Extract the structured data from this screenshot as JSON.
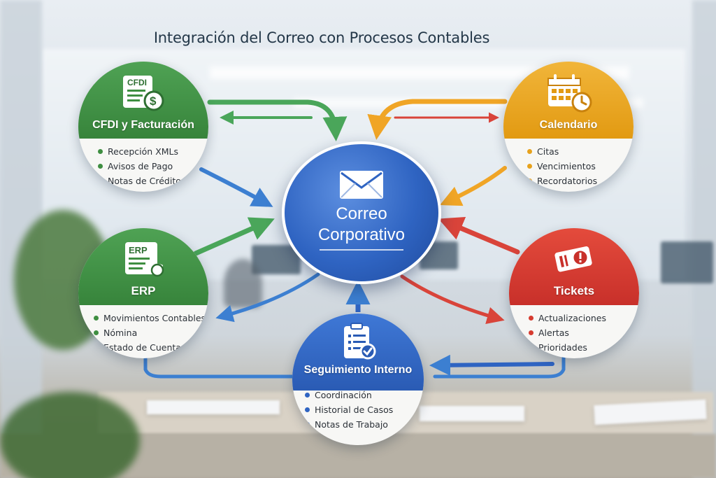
{
  "title": "Integración del Correo con Procesos Contables",
  "center": {
    "line1": "Correo",
    "line2": "Corporativo",
    "icon": "envelope-icon",
    "color": "#2f64c2"
  },
  "nodes": {
    "cfdi": {
      "label": "CFDI y Facturación",
      "icon_text": "CFDI",
      "icon": "invoice-dollar-icon",
      "color": "#3e8e41",
      "items": [
        "Recepción XMLs",
        "Avisos de Pago",
        "Notas de Crédito"
      ]
    },
    "calendar": {
      "label": "Calendario",
      "icon": "calendar-clock-icon",
      "color": "#e7a21c",
      "items": [
        "Citas",
        "Vencimientos",
        "Recordatorios"
      ]
    },
    "erp": {
      "label": "ERP",
      "icon_text": "ERP",
      "icon": "erp-document-icon",
      "color": "#3e8e41",
      "items": [
        "Movimientos Contables",
        "Nómina",
        "Estado de Cuenta"
      ]
    },
    "tickets": {
      "label": "Tickets",
      "icon": "ticket-alert-icon",
      "color": "#d63b2f",
      "items": [
        "Actualizaciones",
        "Alertas",
        "Prioridades"
      ]
    },
    "tracking": {
      "label": "Seguimiento Interno",
      "icon": "clipboard-check-icon",
      "color": "#2f64c2",
      "items": [
        "Coordinación",
        "Historial de Casos",
        "Notas de Trabajo"
      ]
    }
  },
  "arrow_colors": {
    "green": "#4aa65a",
    "blue": "#3c7fd1",
    "orange": "#f0a526",
    "red": "#d9443a"
  }
}
